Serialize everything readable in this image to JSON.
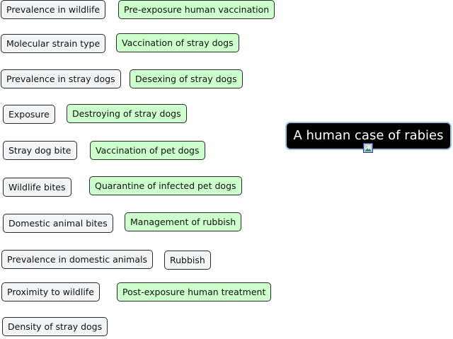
{
  "central_topic": {
    "label": "A human case of rabies",
    "icon": "image-icon"
  },
  "risk_factors": [
    "Prevalence in wildlife",
    "Molecular strain type",
    "Prevalence in stray dogs",
    "Exposure",
    "Stray dog bite",
    "Wildlife bites",
    "Domestic animal bites",
    "Prevalence in domestic animals",
    "Proximity to wildlife",
    "Density of stray dogs"
  ],
  "control_measures": [
    "Pre-exposure human vaccination",
    "Vaccination of stray dogs",
    "Desexing of stray dogs",
    "Destroying of stray dogs",
    "Vaccination of pet dogs",
    "Quarantine of infected pet dogs",
    "Management of rubbish",
    "Rubbish",
    "Post-exposure human treatment"
  ],
  "colors": {
    "risk_factor_fill": "#f1f5f7",
    "control_measure_fill": "#ccffcc",
    "central_fill": "#000000",
    "central_text": "#ffffff"
  }
}
